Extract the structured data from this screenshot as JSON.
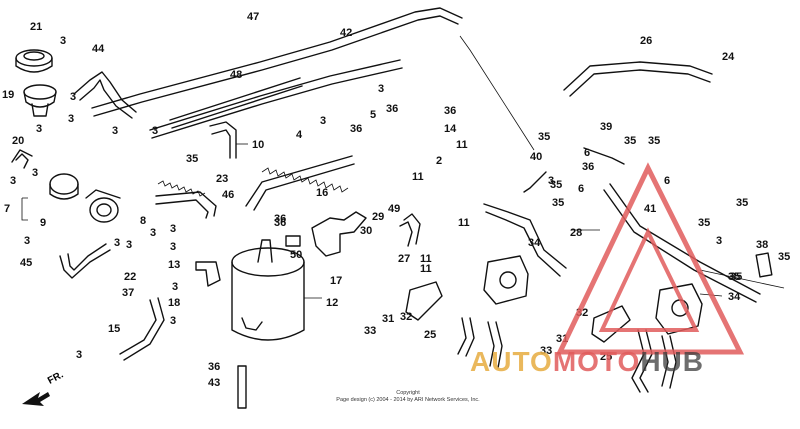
{
  "copyright": {
    "line1": "Copyright",
    "line2": "Page design (c) 2004 - 2014 by ARI Network Services, Inc."
  },
  "direction_label": "FR.",
  "watermark": {
    "part1": "AUTO",
    "part2": "MOTO",
    "part3": "HUB"
  },
  "colors": {
    "line": "#111111",
    "watermark_orange": "#e8b04a",
    "watermark_red": "#e15c5c",
    "watermark_dark": "#3c3c3c"
  },
  "callouts": [
    "21",
    "3",
    "44",
    "47",
    "42",
    "26",
    "24",
    "19",
    "3",
    "48",
    "3",
    "3",
    "3",
    "3",
    "36",
    "36",
    "3",
    "5",
    "14",
    "3",
    "10",
    "20",
    "35",
    "4",
    "36",
    "2",
    "35",
    "39",
    "11",
    "6",
    "35",
    "35",
    "3",
    "3",
    "23",
    "46",
    "16",
    "11",
    "40",
    "36",
    "3",
    "6",
    "9",
    "8",
    "3",
    "36",
    "29",
    "49",
    "11",
    "35",
    "35",
    "6",
    "7",
    "3",
    "30",
    "11",
    "28",
    "41",
    "3",
    "3",
    "3",
    "3",
    "36",
    "35",
    "50",
    "17",
    "27",
    "34",
    "35",
    "35",
    "35",
    "45",
    "13",
    "12",
    "11",
    "38",
    "3",
    "22",
    "3",
    "35",
    "37",
    "18",
    "32",
    "25",
    "33",
    "31",
    "32",
    "25",
    "3",
    "34",
    "15",
    "3",
    "33",
    "31",
    "36",
    "43"
  ]
}
